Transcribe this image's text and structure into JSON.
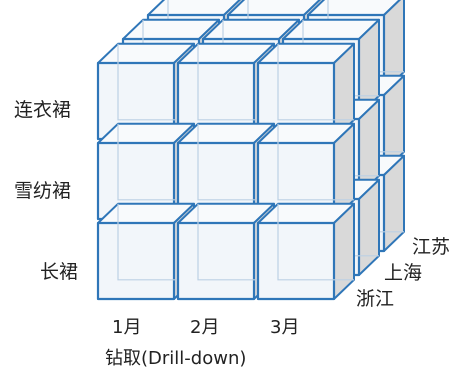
{
  "diagram": {
    "rows": [
      "连衣裙",
      "雪纺裙",
      "长裙"
    ],
    "columns": [
      "1月",
      "2月",
      "3月"
    ],
    "depth": [
      "江苏",
      "上海",
      "浙江"
    ],
    "caption": "钻取(Drill-down)"
  },
  "colors": {
    "edge": "#2f76b8",
    "front_face": "#f2f6fa",
    "top_face": "#f8fafc",
    "side_face": "#d9d9d9",
    "inner_line": "#bcd0e4",
    "text": "#222222"
  }
}
